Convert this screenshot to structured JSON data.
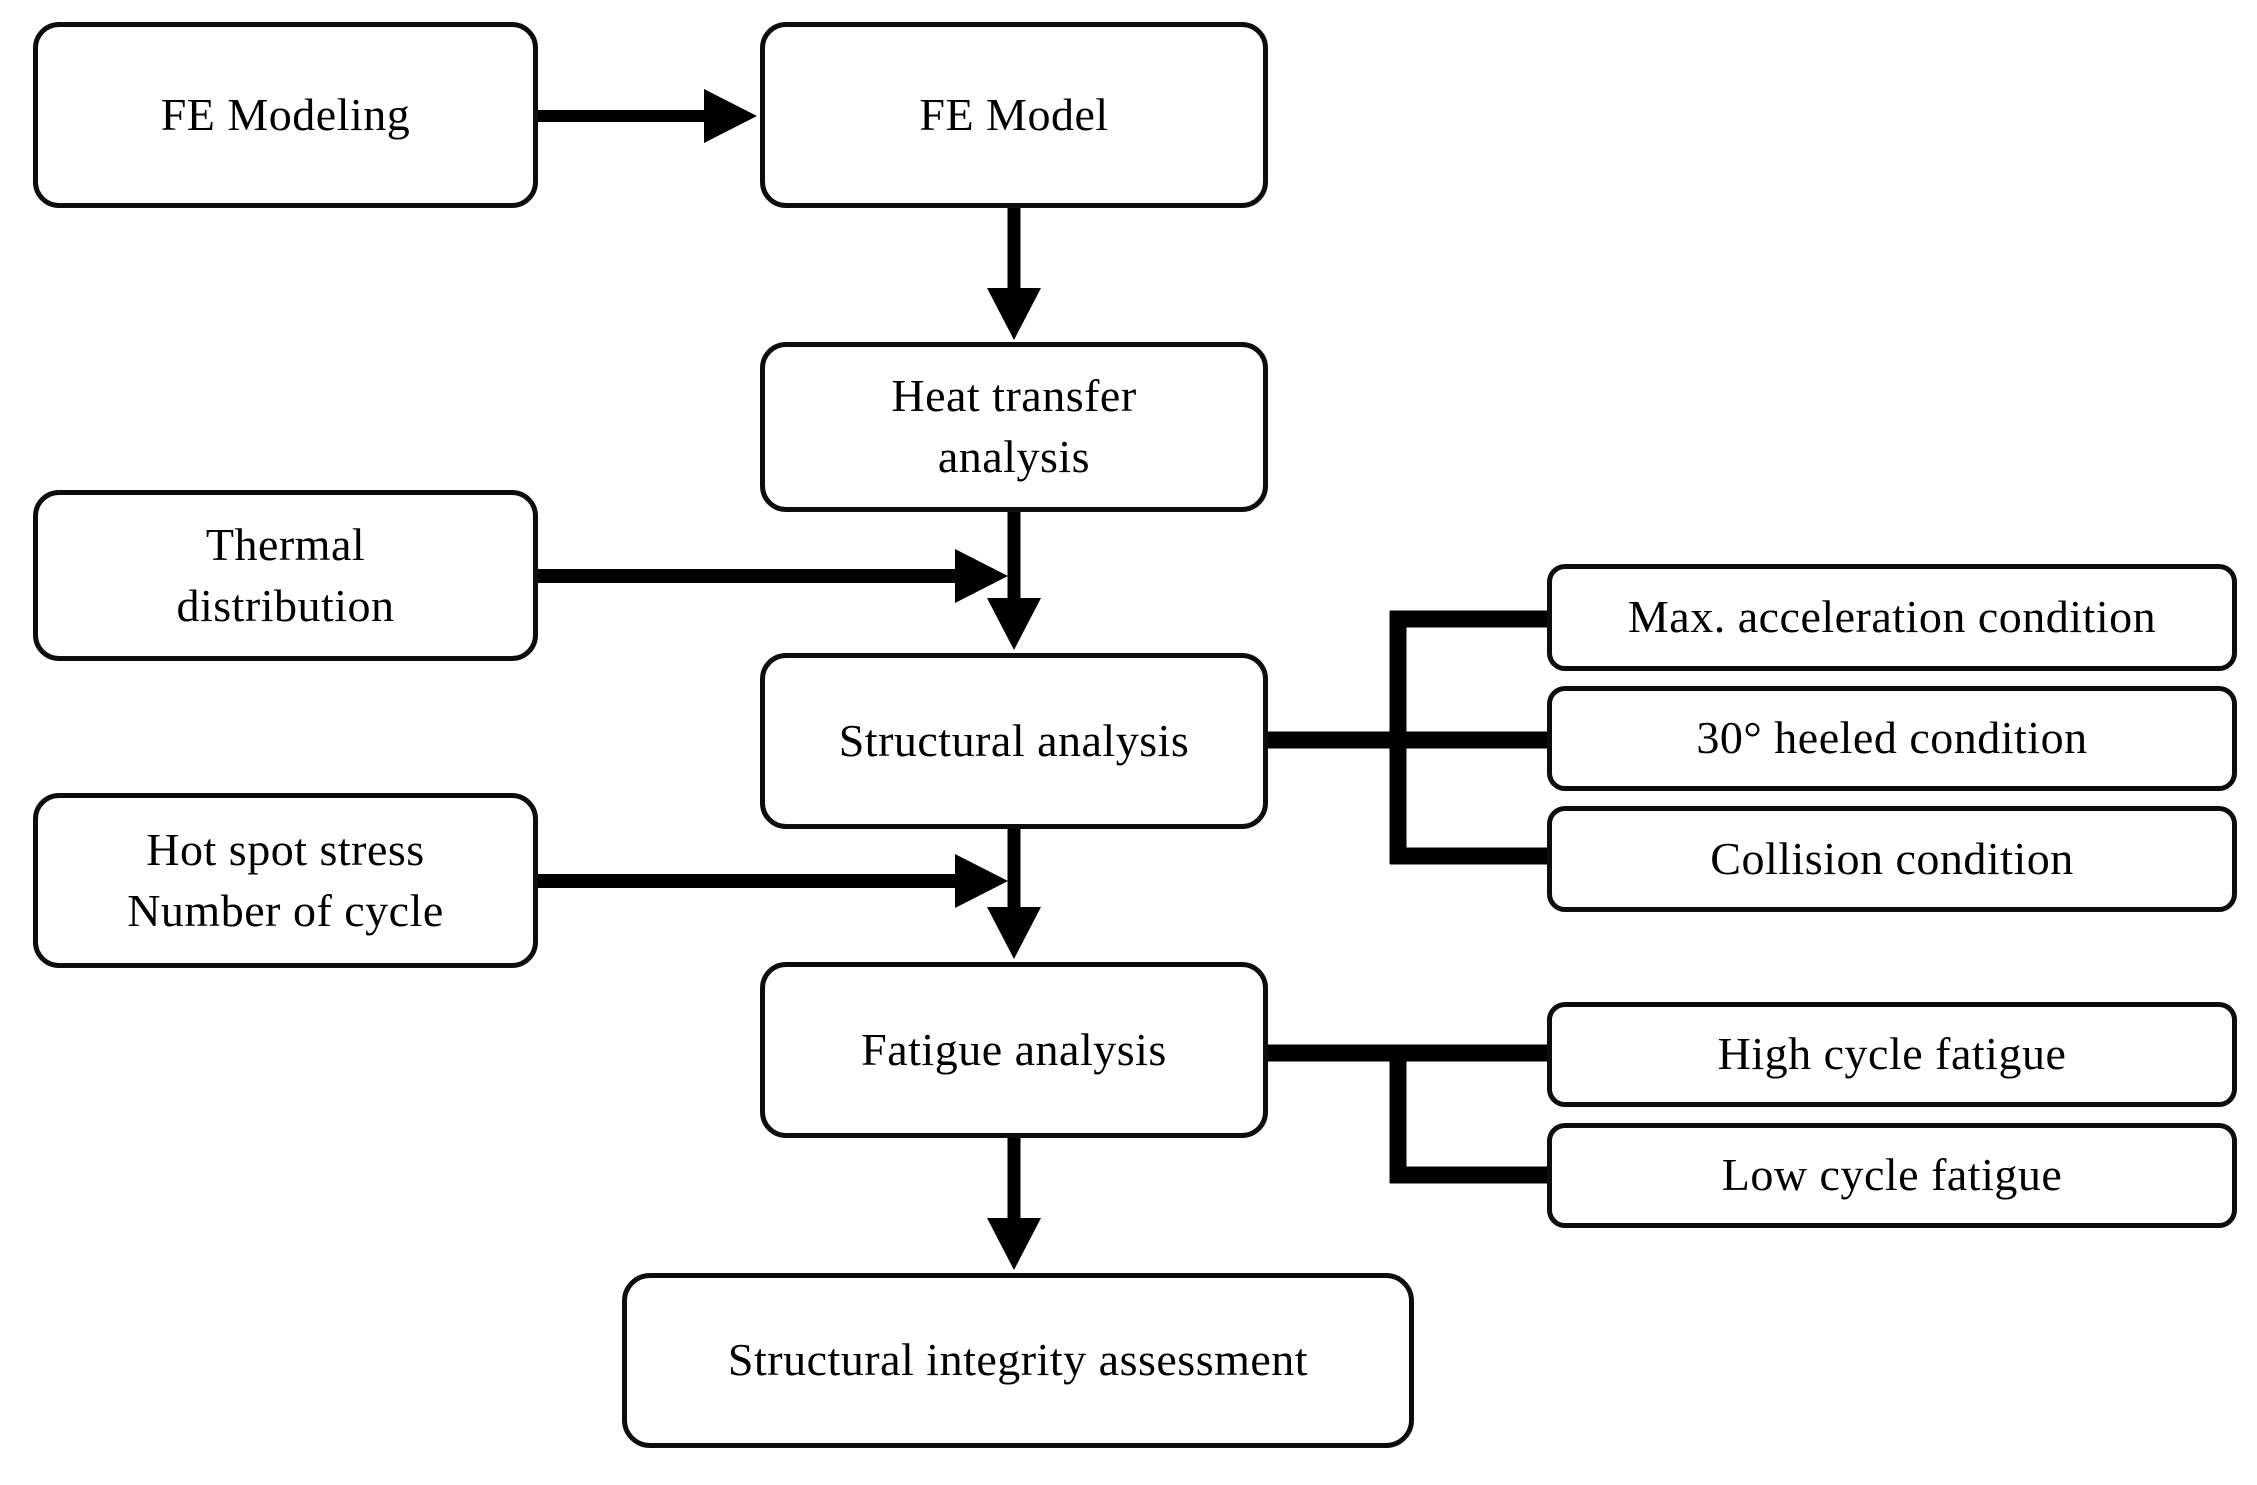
{
  "diagram": {
    "type": "flowchart",
    "colors": {
      "line": "#000000",
      "box_border": "#0d0d0d",
      "box_fill": "#ffffff",
      "text": "#000000"
    },
    "nodes": {
      "fe_modeling": {
        "label": "FE Modeling"
      },
      "fe_model": {
        "label": "FE Model"
      },
      "heat_transfer": {
        "label": "Heat transfer\nanalysis"
      },
      "thermal_distribution": {
        "label": "Thermal\ndistribution"
      },
      "structural_analysis": {
        "label": "Structural analysis"
      },
      "max_acceleration": {
        "label": "Max. acceleration condition"
      },
      "heeled_30": {
        "label": "30° heeled condition"
      },
      "collision": {
        "label": "Collision condition"
      },
      "hot_spot": {
        "label": "Hot spot stress\nNumber of cycle"
      },
      "fatigue_analysis": {
        "label": "Fatigue analysis"
      },
      "high_cycle": {
        "label": "High cycle fatigue"
      },
      "low_cycle": {
        "label": "Low cycle fatigue"
      },
      "integrity": {
        "label": "Structural integrity assessment"
      }
    },
    "edges": [
      {
        "from": "fe_modeling",
        "to": "fe_model",
        "type": "arrow"
      },
      {
        "from": "fe_model",
        "to": "heat_transfer",
        "type": "arrow"
      },
      {
        "from": "heat_transfer",
        "to": "structural_analysis",
        "type": "arrow"
      },
      {
        "from": "thermal_distribution",
        "to": "structural_analysis",
        "type": "arrow-merge"
      },
      {
        "from": "structural_analysis",
        "to": "max_acceleration",
        "type": "line"
      },
      {
        "from": "structural_analysis",
        "to": "heeled_30",
        "type": "line"
      },
      {
        "from": "structural_analysis",
        "to": "collision",
        "type": "line"
      },
      {
        "from": "structural_analysis",
        "to": "fatigue_analysis",
        "type": "arrow"
      },
      {
        "from": "hot_spot",
        "to": "fatigue_analysis",
        "type": "arrow-merge"
      },
      {
        "from": "fatigue_analysis",
        "to": "high_cycle",
        "type": "line"
      },
      {
        "from": "fatigue_analysis",
        "to": "low_cycle",
        "type": "line"
      },
      {
        "from": "fatigue_analysis",
        "to": "integrity",
        "type": "arrow"
      }
    ]
  }
}
